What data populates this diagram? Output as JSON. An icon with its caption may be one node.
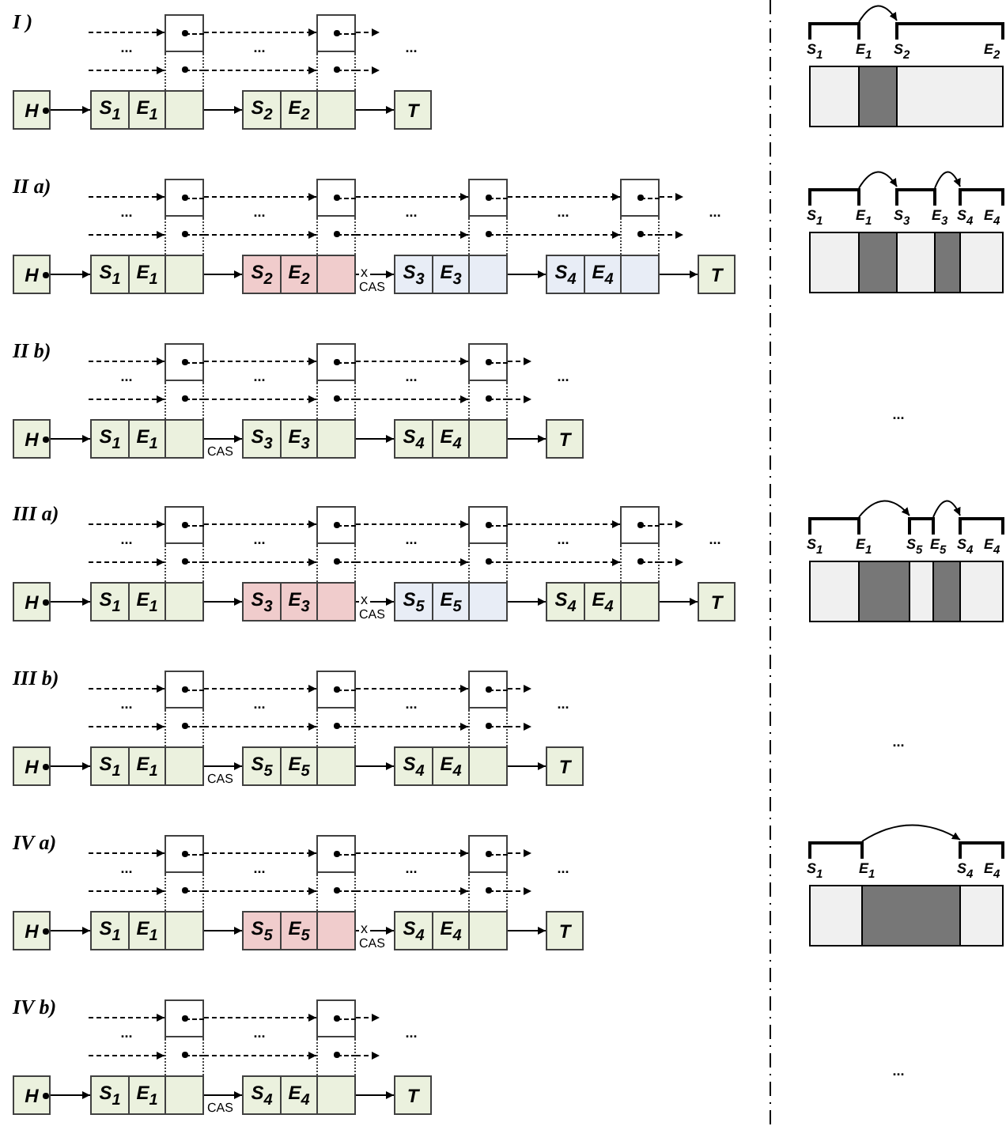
{
  "diagram": {
    "nodes": [
      {
        "text": [],
        "shape": "box"
      },
      {
        "text": [],
        "shape": "box"
      },
      {
        "text": [
          "H"
        ]
      },
      {
        "text": [
          "S$_{1}$",
          "E$_{1}$"
        ]
      },
      {
        "text": [
          "S$_{2}$",
          "E$_{2}$"
        ]
      },
      {
        "text": [
          "T"
        ]
      },
      {
        "text": [],
        "shape": "box"
      },
      {
        "text": [],
        "shape": "box"
      },
      {
        "text": [],
        "shape": "box"
      },
      {
        "text": [],
        "shape": "box"
      },
      {
        "text": [
          "H"
        ]
      },
      {
        "text": [
          "S$_{1}$",
          "E$_{1}$"
        ]
      },
      {
        "text": [
          "S$_{2}$",
          "E$_{2}$"
        ]
      },
      {
        "text": [
          "S$_{3}$",
          "E$_{3}$"
        ]
      },
      {
        "text": [
          "S$_{4}$",
          "E$_{4}$"
        ]
      },
      {
        "text": [
          "T"
        ]
      },
      {
        "text": [],
        "shape": "box"
      },
      {
        "text": [],
        "shape": "box"
      },
      {
        "text": [],
        "shape": "box"
      },
      {
        "text": [
          "H"
        ]
      },
      {
        "text": [
          "S$_{1}$",
          "E$_{1}$"
        ]
      },
      {
        "text": [
          "S$_{3}$",
          "E$_{3}$"
        ]
      },
      {
        "text": [
          "S$_{4}$",
          "E$_{4}$"
        ]
      },
      {
        "text": [
          "T"
        ]
      },
      {
        "text": [],
        "shape": "box"
      },
      {
        "text": [],
        "shape": "box"
      },
      {
        "text": [],
        "shape": "box"
      },
      {
        "text": [],
        "shape": "box"
      },
      {
        "text": [
          "H"
        ]
      },
      {
        "text": [
          "S$_{1}$",
          "E$_{1}$"
        ]
      },
      {
        "text": [
          "S$_{3}$",
          "E$_{3}$"
        ]
      },
      {
        "text": [
          "S$_{5}$",
          "E$_{5}$"
        ]
      },
      {
        "text": [
          "S$_{4}$",
          "E$_{4}$"
        ]
      },
      {
        "text": [
          "T"
        ]
      },
      {
        "text": [],
        "shape": "box"
      },
      {
        "text": [],
        "shape": "box"
      },
      {
        "text": [],
        "shape": "box"
      },
      {
        "text": [
          "H"
        ]
      },
      {
        "text": [
          "S$_{1}$",
          "E$_{1}$"
        ]
      },
      {
        "text": [
          "S$_{5}$",
          "E$_{5}$"
        ]
      },
      {
        "text": [
          "S$_{4}$",
          "E$_{4}$"
        ]
      },
      {
        "text": [
          "T"
        ]
      },
      {
        "text": [],
        "shape": "box"
      },
      {
        "text": [],
        "shape": "box"
      },
      {
        "text": [],
        "shape": "box"
      },
      {
        "text": [
          "H"
        ]
      },
      {
        "text": [
          "S$_{1}$",
          "E$_{1}$"
        ]
      },
      {
        "text": [
          "S$_{5}$",
          "E$_{5}$"
        ]
      },
      {
        "text": [
          "S$_{4}$",
          "E$_{4}$"
        ]
      },
      {
        "text": [
          "T"
        ]
      },
      {
        "text": [],
        "shape": "box"
      },
      {
        "text": [],
        "shape": "box"
      },
      {
        "text": [
          "H"
        ]
      },
      {
        "text": [
          "S$_{1}$",
          "E$_{1}$"
        ]
      },
      {
        "text": [
          "S$_{4}$",
          "E$_{4}$"
        ]
      },
      {
        "text": [
          "T"
        ]
      }
    ],
    "edges": [
      {
        "from": null,
        "to": 0,
        "arrow": "to",
        "style": "dashed"
      },
      {
        "from": 0,
        "to": 1,
        "arrow": "to",
        "style": "dashed"
      },
      {
        "from": 1,
        "to": null,
        "arrow": "to",
        "style": "dashed"
      },
      {
        "from": null,
        "to": 0,
        "arrow": "to",
        "style": "dashed"
      },
      {
        "from": 0,
        "to": 1,
        "arrow": "to",
        "style": "dashed"
      },
      {
        "from": 1,
        "to": null,
        "arrow": "to",
        "style": "dashed"
      },
      {
        "from": 2,
        "to": 3,
        "arrow": "to"
      },
      {
        "from": 3,
        "to": 4,
        "arrow": "to"
      },
      {
        "from": 4,
        "to": 5,
        "arrow": "to"
      },
      {
        "from": null,
        "to": 6,
        "arrow": "to",
        "style": "dashed"
      },
      {
        "from": 6,
        "to": 7,
        "arrow": "to",
        "style": "dashed"
      },
      {
        "from": 7,
        "to": 8,
        "arrow": "to",
        "style": "dashed"
      },
      {
        "from": 8,
        "to": 9,
        "arrow": "to",
        "style": "dashed"
      },
      {
        "from": 9,
        "to": null,
        "arrow": "to",
        "style": "dashed"
      },
      {
        "from": null,
        "to": 6,
        "arrow": "to",
        "style": "dashed"
      },
      {
        "from": 6,
        "to": 7,
        "arrow": "to",
        "style": "dashed"
      },
      {
        "from": 7,
        "to": 8,
        "arrow": "to",
        "style": "dashed"
      },
      {
        "from": 8,
        "to": 9,
        "arrow": "to",
        "style": "dashed"
      },
      {
        "from": 9,
        "to": null,
        "arrow": "to",
        "style": "dashed"
      },
      {
        "from": 10,
        "to": 11,
        "arrow": "to"
      },
      {
        "from": 11,
        "to": 12,
        "arrow": "to"
      },
      {
        "from": 12,
        "to": 13,
        "arrow": "to",
        "label": "CAS"
      },
      {
        "from": 13,
        "to": 14,
        "arrow": "to"
      },
      {
        "from": 14,
        "to": 15,
        "arrow": "to"
      },
      {
        "from": null,
        "to": 16,
        "arrow": "to",
        "style": "dashed"
      },
      {
        "from": 16,
        "to": 17,
        "arrow": "to",
        "style": "dashed"
      },
      {
        "from": 17,
        "to": 18,
        "arrow": "to",
        "style": "dashed"
      },
      {
        "from": 18,
        "to": null,
        "arrow": "to",
        "style": "dashed"
      },
      {
        "from": null,
        "to": 16,
        "arrow": "to",
        "style": "dashed"
      },
      {
        "from": 16,
        "to": 17,
        "arrow": "to",
        "style": "dashed"
      },
      {
        "from": 17,
        "to": 18,
        "arrow": "to",
        "style": "dashed"
      },
      {
        "from": 18,
        "to": null,
        "arrow": "to",
        "style": "dashed"
      },
      {
        "from": 19,
        "to": 20,
        "arrow": "to"
      },
      {
        "from": 20,
        "to": 21,
        "arrow": "to",
        "label": "CAS"
      },
      {
        "from": 21,
        "to": 22,
        "arrow": "to"
      },
      {
        "from": 22,
        "to": 23,
        "arrow": "to"
      },
      {
        "from": null,
        "to": 24,
        "arrow": "to",
        "style": "dashed"
      },
      {
        "from": 24,
        "to": 25,
        "arrow": "to",
        "style": "dashed"
      },
      {
        "from": 25,
        "to": 26,
        "arrow": "to",
        "style": "dashed"
      },
      {
        "from": 26,
        "to": 27,
        "arrow": "to",
        "style": "dashed"
      },
      {
        "from": 27,
        "to": null,
        "arrow": "to",
        "style": "dashed"
      },
      {
        "from": null,
        "to": 24,
        "arrow": "to",
        "style": "dashed"
      },
      {
        "from": 24,
        "to": 25,
        "arrow": "to",
        "style": "dashed"
      },
      {
        "from": 25,
        "to": 26,
        "arrow": "to",
        "style": "dashed"
      },
      {
        "from": 26,
        "to": 27,
        "arrow": "to",
        "style": "dashed"
      },
      {
        "from": 27,
        "to": null,
        "arrow": "to",
        "style": "dashed"
      },
      {
        "from": 28,
        "to": 29,
        "arrow": "to"
      },
      {
        "from": 29,
        "to": 30,
        "arrow": "to"
      },
      {
        "from": 30,
        "to": 31,
        "arrow": "to",
        "label": "CAS"
      },
      {
        "from": 31,
        "to": 32,
        "arrow": "to"
      },
      {
        "from": 32,
        "to": 33,
        "arrow": "to"
      },
      {
        "from": null,
        "to": 34,
        "arrow": "to",
        "style": "dashed"
      },
      {
        "from": 34,
        "to": 35,
        "arrow": "to",
        "style": "dashed"
      },
      {
        "from": 35,
        "to": 36,
        "arrow": "to",
        "style": "dashed"
      },
      {
        "from": 36,
        "to": null,
        "arrow": "to",
        "style": "dashed"
      },
      {
        "from": null,
        "to": 34,
        "arrow": "to",
        "style": "dashed"
      },
      {
        "from": 34,
        "to": 35,
        "arrow": "to",
        "style": "dashed"
      },
      {
        "from": 35,
        "to": 36,
        "arrow": "to",
        "style": "dashed"
      },
      {
        "from": 36,
        "to": null,
        "arrow": "to",
        "style": "dashed"
      },
      {
        "from": 37,
        "to": 38,
        "arrow": "to"
      },
      {
        "from": 38,
        "to": 39,
        "arrow": "to",
        "label": "CAS"
      },
      {
        "from": 39,
        "to": 40,
        "arrow": "to"
      },
      {
        "from": 40,
        "to": 41,
        "arrow": "to"
      },
      {
        "from": null,
        "to": 42,
        "arrow": "to",
        "style": "dashed"
      },
      {
        "from": 42,
        "to": 43,
        "arrow": "to",
        "style": "dashed"
      },
      {
        "from": 43,
        "to": 44,
        "arrow": "to",
        "style": "dashed"
      },
      {
        "from": 44,
        "to": null,
        "arrow": "to",
        "style": "dashed"
      },
      {
        "from": null,
        "to": 42,
        "arrow": "to",
        "style": "dashed"
      },
      {
        "from": 42,
        "to": 43,
        "arrow": "to",
        "style": "dashed"
      },
      {
        "from": 43,
        "to": 44,
        "arrow": "to",
        "style": "dashed"
      },
      {
        "from": 44,
        "to": null,
        "arrow": "to",
        "style": "dashed"
      },
      {
        "from": 45,
        "to": 46,
        "arrow": "to"
      },
      {
        "from": 46,
        "to": 47,
        "arrow": "to"
      },
      {
        "from": 47,
        "to": 48,
        "arrow": "to",
        "label": "CAS"
      },
      {
        "from": 48,
        "to": 49,
        "arrow": "to"
      },
      {
        "from": null,
        "to": 50,
        "arrow": "to",
        "style": "dashed"
      },
      {
        "from": 50,
        "to": 51,
        "arrow": "to",
        "style": "dashed"
      },
      {
        "from": 51,
        "to": null,
        "arrow": "to",
        "style": "dashed"
      },
      {
        "from": null,
        "to": 50,
        "arrow": "to",
        "style": "dashed"
      },
      {
        "from": 50,
        "to": 51,
        "arrow": "to",
        "style": "dashed"
      },
      {
        "from": 51,
        "to": null,
        "arrow": "to",
        "style": "dashed"
      },
      {
        "from": 52,
        "to": 53,
        "arrow": "to"
      },
      {
        "from": 53,
        "to": 54,
        "arrow": "to",
        "label": "CAS"
      },
      {
        "from": 54,
        "to": 55,
        "arrow": "to"
      }
    ],
    "labels": [
      "I )",
      "...",
      "...",
      "...",
      "S$_{1}$",
      "E$_{1}$",
      "S$_{2}$",
      "E$_{2}$",
      "II a)",
      "...",
      "...",
      "...",
      "...",
      "...",
      "x",
      "S$_{1}$",
      "E$_{1}$",
      "S$_{3}$",
      "E$_{3}$",
      "S$_{4}$",
      "E$_{4}$",
      "II b)",
      "...",
      "...",
      "...",
      "...",
      "...",
      "III a)",
      "...",
      "...",
      "...",
      "...",
      "...",
      "x",
      "S$_{1}$",
      "E$_{1}$",
      "S$_{5}$",
      "E$_{5}$",
      "S$_{4}$",
      "E$_{4}$",
      "III b)",
      "...",
      "...",
      "...",
      "...",
      "...",
      "IV a)",
      "...",
      "...",
      "...",
      "...",
      "x",
      "S$_{1}$",
      "E$_{1}$",
      "S$_{4}$",
      "E$_{4}$",
      "IV b)",
      "...",
      "...",
      "...",
      "..."
    ]
  }
}
